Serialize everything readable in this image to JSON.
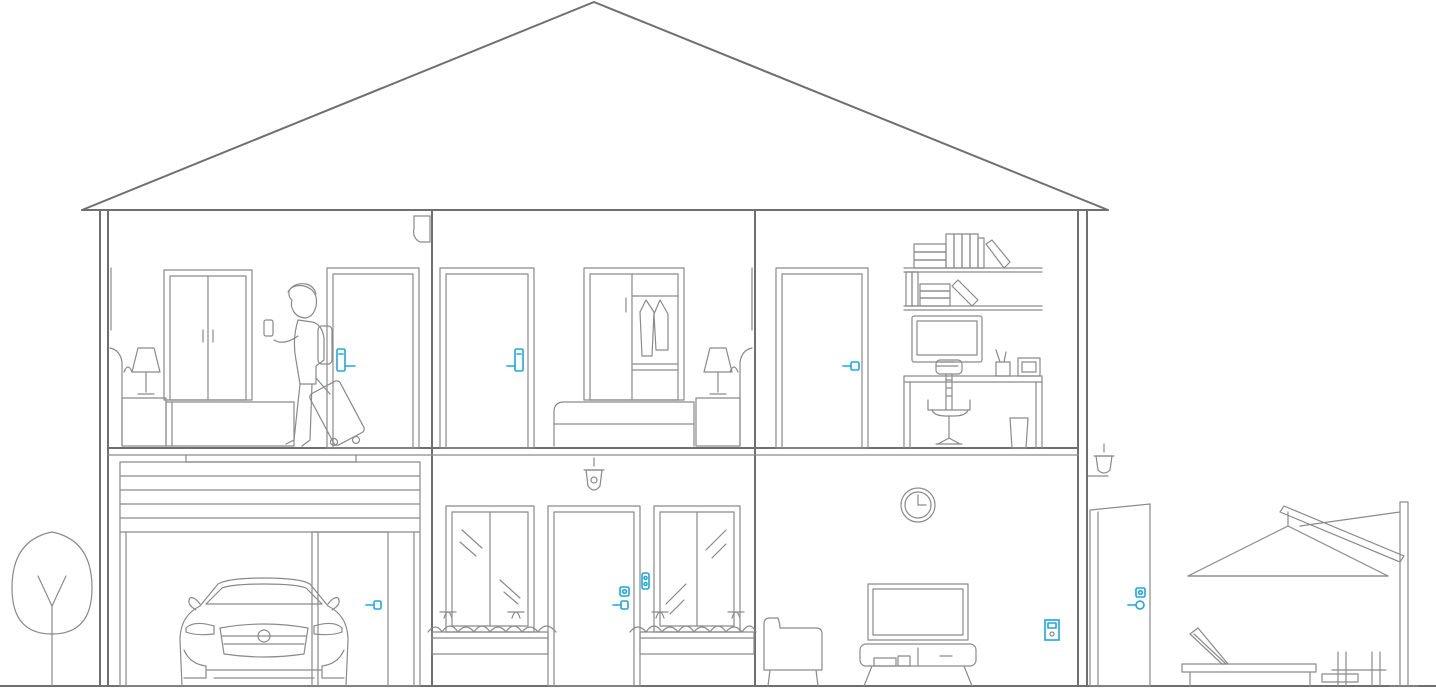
{
  "scene": {
    "line_color": "#6f6f6f",
    "accent_color": "#1ea7e1",
    "background": "#ffffff"
  },
  "smart_devices": [
    {
      "name": "bedroom-door-lock",
      "room": "bedroom-left"
    },
    {
      "name": "bedroom-door-lock",
      "room": "bedroom-middle"
    },
    {
      "name": "office-door-lock",
      "room": "office"
    },
    {
      "name": "garage-door-lock",
      "room": "garage"
    },
    {
      "name": "front-door-lock",
      "room": "entry"
    },
    {
      "name": "doorbell",
      "room": "entry"
    },
    {
      "name": "thermostat",
      "room": "living-room"
    },
    {
      "name": "side-door-lock",
      "room": "exterior"
    }
  ]
}
